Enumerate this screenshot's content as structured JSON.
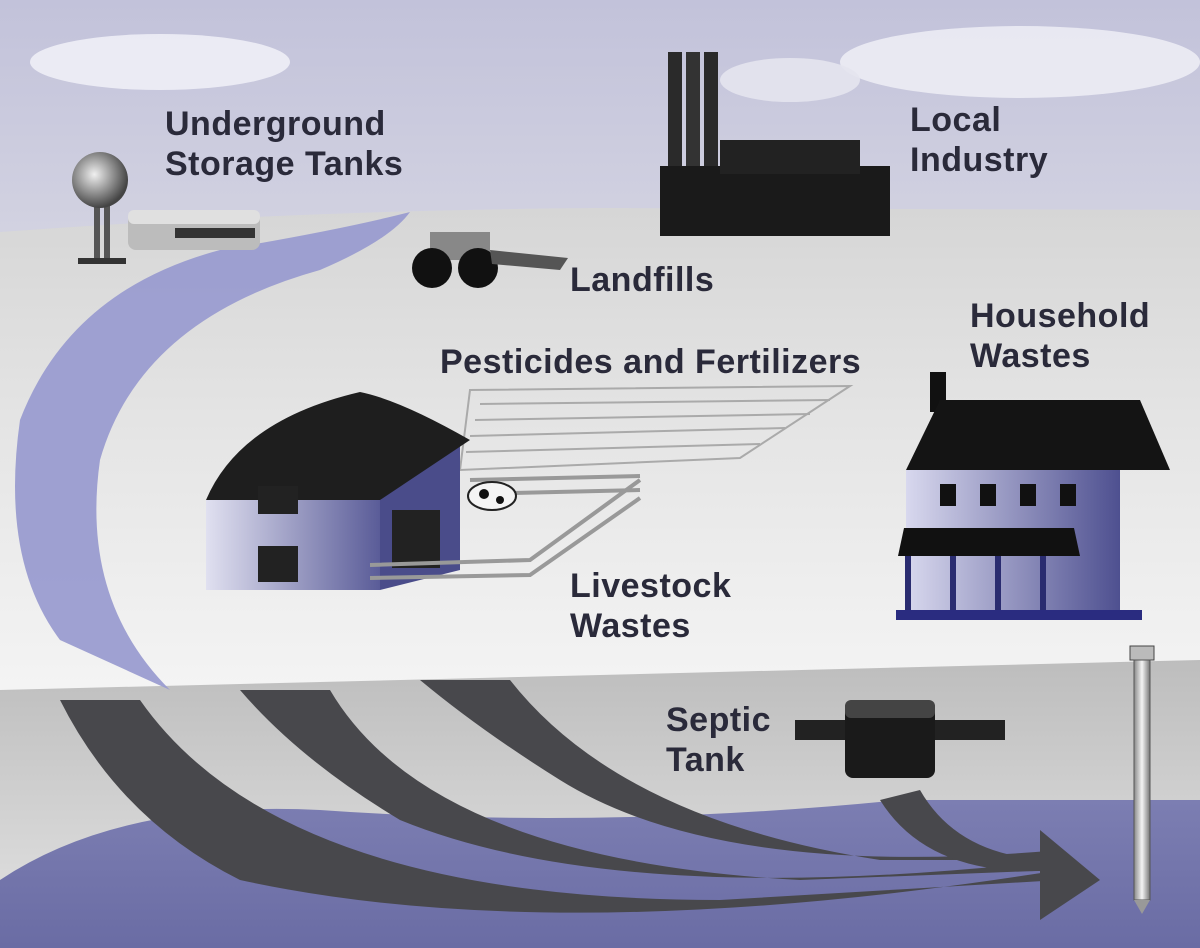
{
  "diagram": {
    "type": "groundwater-contamination-sources",
    "labels": {
      "ust": [
        "Underground",
        "Storage Tanks"
      ],
      "industry": [
        "Local",
        "Industry"
      ],
      "landfills": [
        "Landfills"
      ],
      "pesticides": [
        "Pesticides and Fertilizers"
      ],
      "household": [
        "Household",
        "Wastes"
      ],
      "livestock": [
        "Livestock",
        "Wastes"
      ],
      "septic": [
        "Septic",
        "Tank"
      ]
    },
    "colors": {
      "sky": "#c6c6dc",
      "ground": "#d8d8d8",
      "aquifer": "#7a7cb0",
      "plume": "#4a4a4e",
      "stream": "#9a9cd0"
    }
  }
}
